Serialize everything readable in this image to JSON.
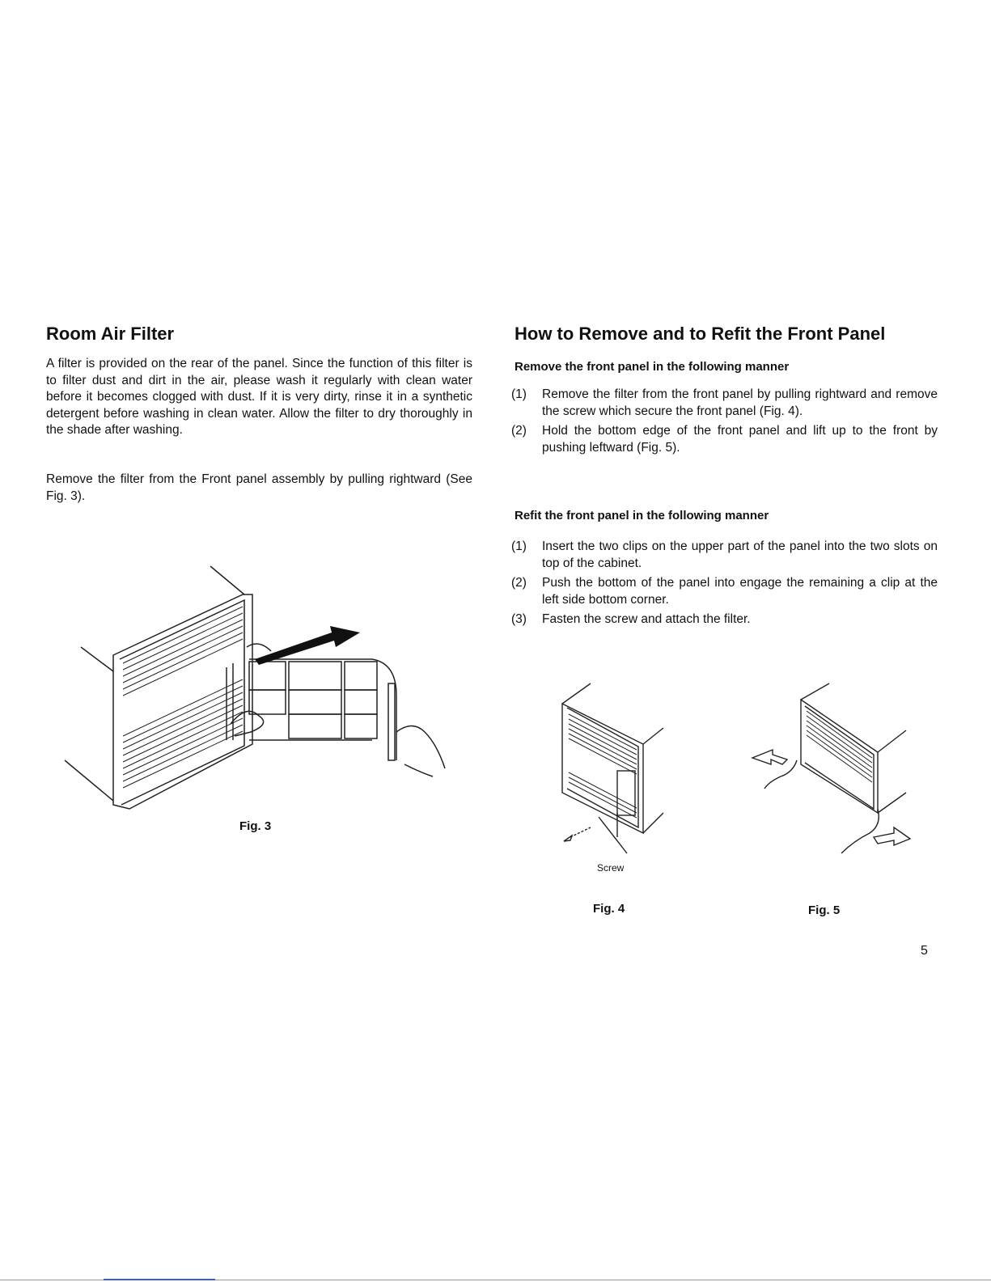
{
  "left": {
    "title": "Room Air Filter",
    "paragraph1": "A filter is provided on the rear of the panel. Since the function of this filter is to filter dust and dirt in the air, please wash it regularly with clean water before it becomes clogged with dust. If it is very dirty, rinse it in a synthetic detergent before washing in clean water. Allow the filter to dry thoroughly in the shade after washing.",
    "paragraph2": "Remove the filter from the Front panel assembly by pulling rightward (See Fig. 3).",
    "figure_label": "Fig. 3"
  },
  "right": {
    "title": "How to Remove and to Refit the Front Panel",
    "remove_heading": "Remove the front panel in the following manner",
    "remove_steps": [
      {
        "num": "(1)",
        "text": "Remove the filter from the front panel by pulling rightward and remove the screw which secure the front panel (Fig. 4)."
      },
      {
        "num": "(2)",
        "text": "Hold the bottom edge of the front panel and lift up to the front by pushing leftward (Fig. 5)."
      }
    ],
    "refit_heading": "Refit the front panel in the following manner",
    "refit_steps": [
      {
        "num": "(1)",
        "text": "Insert the two clips on the upper part of the panel into the two slots on top of the cabinet."
      },
      {
        "num": "(2)",
        "text": "Push the bottom of the panel into engage the remaining a clip at the left side bottom corner."
      },
      {
        "num": "(3)",
        "text": "Fasten the screw and attach the filter."
      }
    ],
    "screw_label": "Screw",
    "fig4_label": "Fig. 4",
    "fig5_label": "Fig. 5"
  },
  "page_number": "5"
}
